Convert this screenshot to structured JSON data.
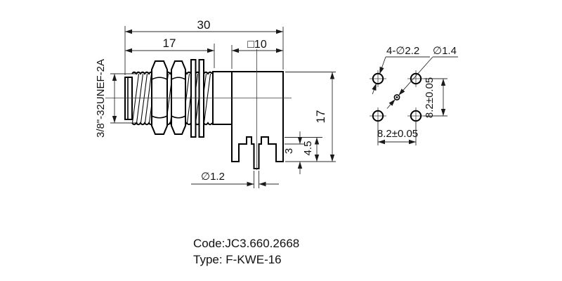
{
  "colors": {
    "line": "#1a1a1a",
    "background": "#ffffff"
  },
  "side_view": {
    "dim_total_length": "30",
    "dim_thread_length": "17",
    "dim_body_square": "□10",
    "thread_spec": "3/8\"-32UNEF-2A",
    "dim_total_height": "17",
    "dim_leg_length": "4.5",
    "dim_leg_tip": "3",
    "dim_pin_diameter": "∅1.2"
  },
  "footprint_view": {
    "mounting_holes_label": "4-∅2.2",
    "center_hole_label": "∅1.4",
    "hole_pitch_vertical": "8.2±0.05",
    "hole_pitch_horizontal": "8.2±0.05"
  },
  "title_block": {
    "code": "Code:JC3.660.2668",
    "type": "Type: F-KWE-16"
  }
}
